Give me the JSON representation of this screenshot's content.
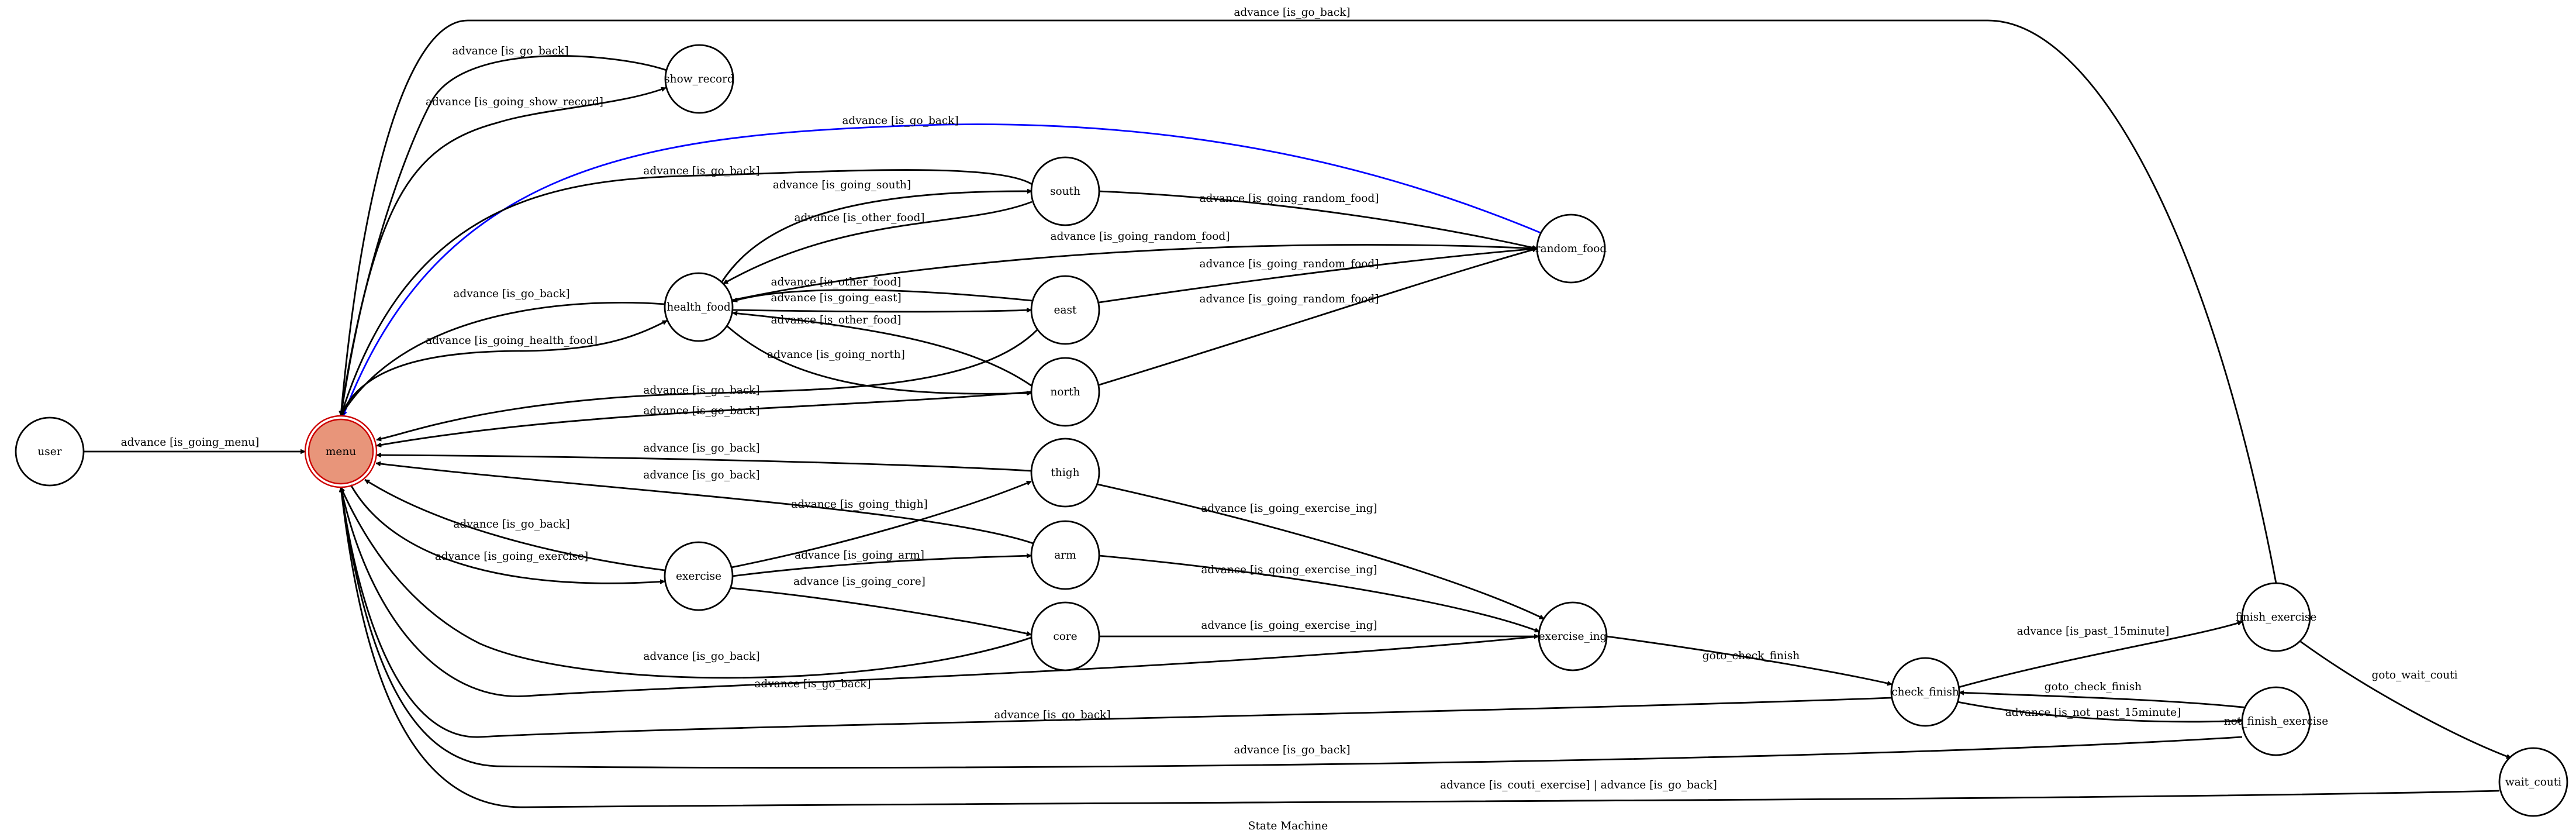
{
  "diagram": {
    "title": "State Machine",
    "colors": {
      "edge": "#000000",
      "highlight_edge": "#0000ff",
      "menu_fill": "#e8957a",
      "menu_stroke": "#cc0000",
      "random_food_fill": "#deeceb",
      "random_food_stroke": "#0000ff"
    },
    "nodes": [
      {
        "id": "user",
        "label": "user"
      },
      {
        "id": "menu",
        "label": "menu"
      },
      {
        "id": "show_record",
        "label": "show_record"
      },
      {
        "id": "health_food",
        "label": "health_food"
      },
      {
        "id": "exercise",
        "label": "exercise"
      },
      {
        "id": "south",
        "label": "south"
      },
      {
        "id": "east",
        "label": "east"
      },
      {
        "id": "north",
        "label": "north"
      },
      {
        "id": "thigh",
        "label": "thigh"
      },
      {
        "id": "arm",
        "label": "arm"
      },
      {
        "id": "core",
        "label": "core"
      },
      {
        "id": "random_food",
        "label": "random_food"
      },
      {
        "id": "exercise_ing",
        "label": "exercise_ing"
      },
      {
        "id": "check_finish",
        "label": "check_finish"
      },
      {
        "id": "finish_exercise",
        "label": "finish_exercise"
      },
      {
        "id": "not_finish_exercise",
        "label": "not_finish_exercise"
      },
      {
        "id": "wait_couti",
        "label": "wait_couti"
      }
    ],
    "edges": [
      {
        "id": "e01",
        "from": "user",
        "to": "menu",
        "label": "advance [is_going_menu]"
      },
      {
        "id": "e02",
        "from": "finish_exercise",
        "to": "menu",
        "label": "advance [is_go_back]"
      },
      {
        "id": "e03",
        "from": "show_record",
        "to": "menu",
        "label": "advance [is_go_back]"
      },
      {
        "id": "e04",
        "from": "menu",
        "to": "show_record",
        "label": "advance [is_going_show_record]"
      },
      {
        "id": "e05",
        "from": "random_food",
        "to": "menu",
        "label": "advance [is_go_back]"
      },
      {
        "id": "e06",
        "from": "south",
        "to": "menu",
        "label": "advance [is_go_back]"
      },
      {
        "id": "e07",
        "from": "health_food",
        "to": "south",
        "label": "advance [is_going_south]"
      },
      {
        "id": "e08",
        "from": "south",
        "to": "health_food",
        "label": "advance [is_other_food]"
      },
      {
        "id": "e09",
        "from": "south",
        "to": "random_food",
        "label": "advance [is_going_random_food]"
      },
      {
        "id": "e10",
        "from": "health_food",
        "to": "random_food",
        "label": "advance [is_going_random_food]"
      },
      {
        "id": "e11",
        "from": "east",
        "to": "health_food",
        "label": "advance [is_other_food]"
      },
      {
        "id": "e12",
        "from": "health_food",
        "to": "east",
        "label": "advance [is_going_east]"
      },
      {
        "id": "e13",
        "from": "east",
        "to": "random_food",
        "label": "advance [is_going_random_food]"
      },
      {
        "id": "e14",
        "from": "north",
        "to": "health_food",
        "label": "advance [is_other_food]"
      },
      {
        "id": "e15",
        "from": "health_food",
        "to": "north",
        "label": "advance [is_going_north]"
      },
      {
        "id": "e16",
        "from": "north",
        "to": "random_food",
        "label": "advance [is_going_random_food]"
      },
      {
        "id": "e17",
        "from": "health_food",
        "to": "menu",
        "label": "advance [is_go_back]"
      },
      {
        "id": "e18",
        "from": "menu",
        "to": "health_food",
        "label": "advance [is_going_health_food]"
      },
      {
        "id": "e19",
        "from": "east",
        "to": "menu",
        "label": "advance [is_go_back]"
      },
      {
        "id": "e20",
        "from": "north",
        "to": "menu",
        "label": "advance [is_go_back]"
      },
      {
        "id": "e21",
        "from": "thigh",
        "to": "menu",
        "label": "advance [is_go_back]"
      },
      {
        "id": "e22",
        "from": "arm",
        "to": "menu",
        "label": "advance [is_go_back]"
      },
      {
        "id": "e23",
        "from": "exercise",
        "to": "thigh",
        "label": "advance [is_going_thigh]"
      },
      {
        "id": "e24",
        "from": "exercise",
        "to": "menu",
        "label": "advance [is_go_back]"
      },
      {
        "id": "e25",
        "from": "menu",
        "to": "exercise",
        "label": "advance [is_going_exercise]"
      },
      {
        "id": "e26",
        "from": "exercise",
        "to": "arm",
        "label": "advance [is_going_arm]"
      },
      {
        "id": "e27",
        "from": "exercise",
        "to": "core",
        "label": "advance [is_going_core]"
      },
      {
        "id": "e28",
        "from": "core",
        "to": "menu",
        "label": "advance [is_go_back]"
      },
      {
        "id": "e29",
        "from": "exercise_ing",
        "to": "menu",
        "label": "advance [is_go_back]"
      },
      {
        "id": "e30",
        "from": "check_finish",
        "to": "menu",
        "label": "advance [is_go_back]"
      },
      {
        "id": "e31",
        "from": "not_finish_exercise",
        "to": "menu",
        "label": "advance [is_go_back]"
      },
      {
        "id": "e32",
        "from": "wait_couti",
        "to": "menu",
        "label": "advance [is_couti_exercise] | advance [is_go_back]"
      },
      {
        "id": "e33",
        "from": "thigh",
        "to": "exercise_ing",
        "label": "advance [is_going_exercise_ing]"
      },
      {
        "id": "e34",
        "from": "arm",
        "to": "exercise_ing",
        "label": "advance [is_going_exercise_ing]"
      },
      {
        "id": "e35",
        "from": "core",
        "to": "exercise_ing",
        "label": "advance [is_going_exercise_ing]"
      },
      {
        "id": "e36",
        "from": "exercise_ing",
        "to": "check_finish",
        "label": "goto_check_finish"
      },
      {
        "id": "e37",
        "from": "check_finish",
        "to": "finish_exercise",
        "label": "advance [is_past_15minute]"
      },
      {
        "id": "e38",
        "from": "not_finish_exercise",
        "to": "check_finish",
        "label": "goto_check_finish"
      },
      {
        "id": "e39",
        "from": "check_finish",
        "to": "not_finish_exercise",
        "label": "advance [is_not_past_15minute]"
      },
      {
        "id": "e40",
        "from": "finish_exercise",
        "to": "wait_couti",
        "label": "goto_wait_couti"
      }
    ]
  }
}
